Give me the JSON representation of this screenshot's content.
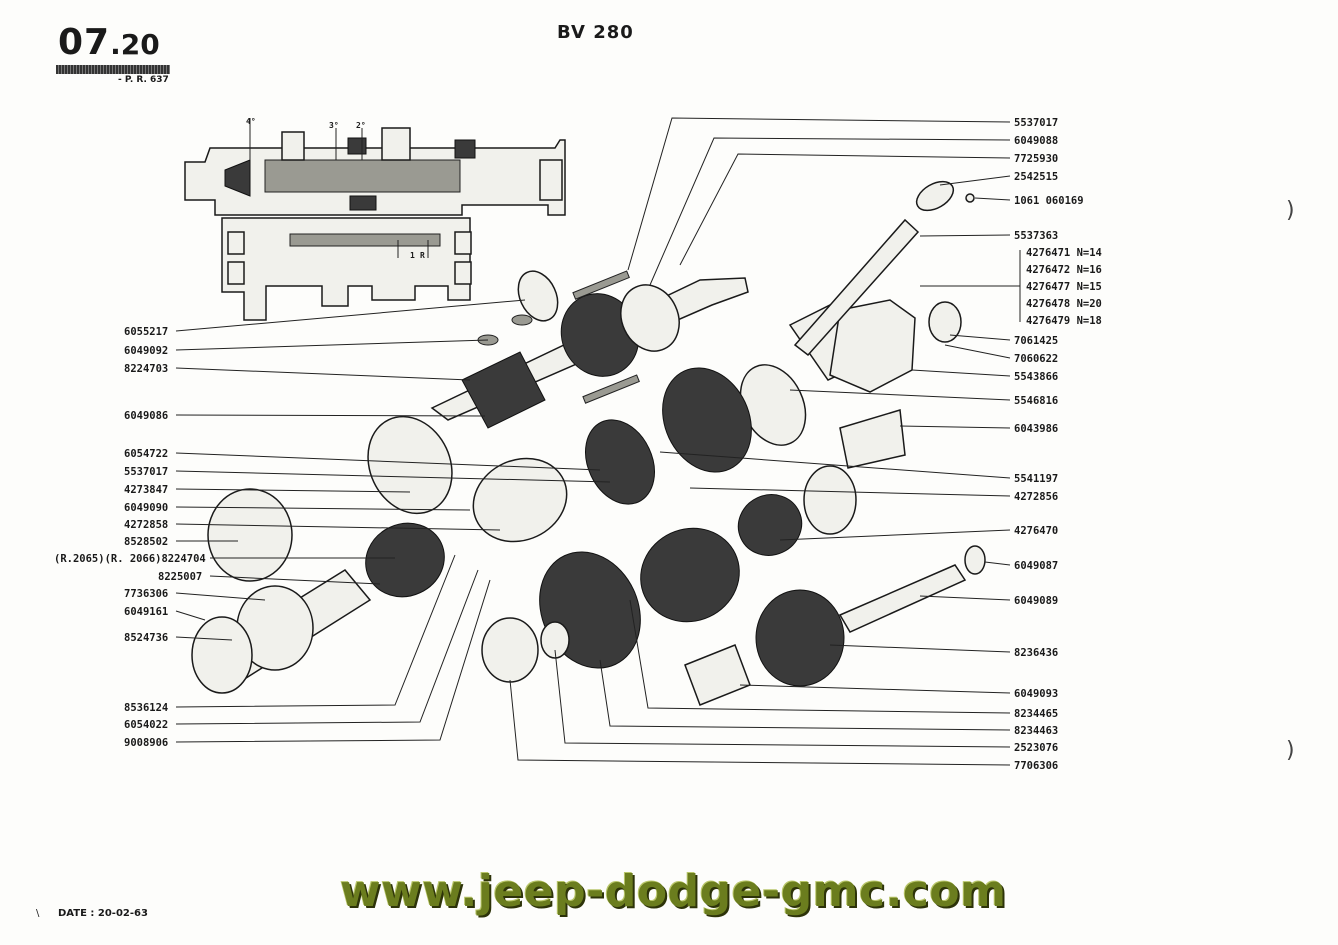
{
  "header": {
    "page_major": "07",
    "page_minor": ".20",
    "pr_ref": "- P. R. 637",
    "title": "BV 280"
  },
  "footer": {
    "date": "DATE : 20-02-63",
    "tick": "\\",
    "watermark": "www.jeep-dodge-gmc.com"
  },
  "section_labels": [
    "4°",
    "3°",
    "2°",
    "1",
    "R"
  ],
  "right_labels": [
    "5537017",
    "6049088",
    "7725930",
    "2542515",
    "1061 060169",
    "5537363",
    "4276471 N=14",
    "4276472 N=16",
    "4276477 N=15",
    "4276478 N=20",
    "4276479 N=18",
    "7061425",
    "7060622",
    "5543866",
    "5546816",
    "6043986",
    "5541197",
    "4272856",
    "4276470",
    "6049087",
    "6049089",
    "8236436",
    "6049093",
    "8234465",
    "8234463",
    "2523076",
    "7706306"
  ],
  "left_labels": [
    "6055217",
    "6049092",
    "8224703",
    "6049086",
    "6054722",
    "5537017",
    "4273847",
    "6049090",
    "4272858",
    "8528502",
    "(R.2065)(R. 2066)8224704",
    "8225007",
    "7736306",
    "6049161",
    "8524736",
    "8536124",
    "6054022",
    "9008906"
  ],
  "margin_marks": [
    ")",
    ")"
  ]
}
